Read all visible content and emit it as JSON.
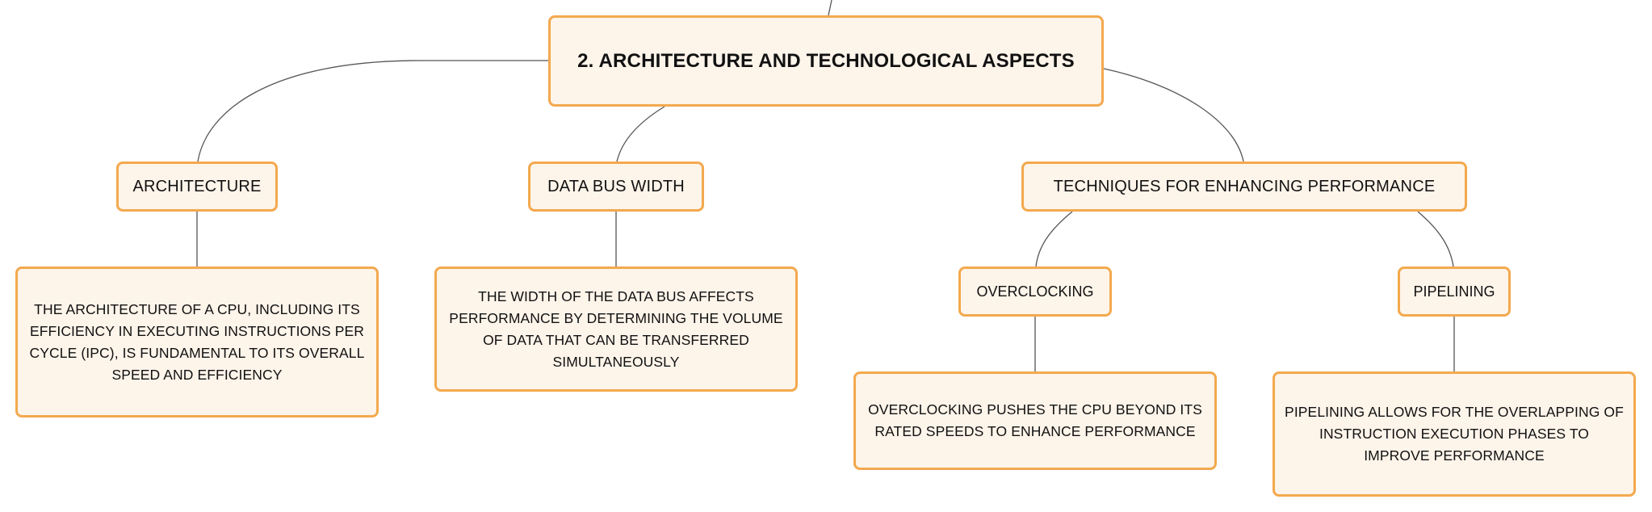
{
  "root": {
    "label": "2. ARCHITECTURE AND TECHNOLOGICAL ASPECTS"
  },
  "topics": {
    "architecture": {
      "label": "ARCHITECTURE",
      "detail": "THE ARCHITECTURE OF A CPU, INCLUDING ITS EFFICIENCY IN EXECUTING INSTRUCTIONS PER CYCLE (IPC), IS FUNDAMENTAL TO ITS OVERALL SPEED AND EFFICIENCY"
    },
    "data_bus_width": {
      "label": "DATA BUS WIDTH",
      "detail": "THE WIDTH OF THE DATA BUS AFFECTS PERFORMANCE BY DETERMINING THE VOLUME OF DATA THAT CAN BE TRANSFERRED SIMULTANEOUSLY"
    },
    "techniques": {
      "label": "TECHNIQUES FOR ENHANCING PERFORMANCE",
      "overclocking": {
        "label": "OVERCLOCKING",
        "detail": "OVERCLOCKING PUSHES THE CPU BEYOND ITS RATED SPEEDS TO ENHANCE PERFORMANCE"
      },
      "pipelining": {
        "label": "PIPELINING",
        "detail": "PIPELINING ALLOWS FOR THE OVERLAPPING OF INSTRUCTION EXECUTION PHASES TO IMPROVE PERFORMANCE"
      }
    }
  },
  "colors": {
    "node_fill": "#fdf4ea",
    "node_border": "#f3a94e",
    "connector": "#555555",
    "text": "#111111"
  }
}
